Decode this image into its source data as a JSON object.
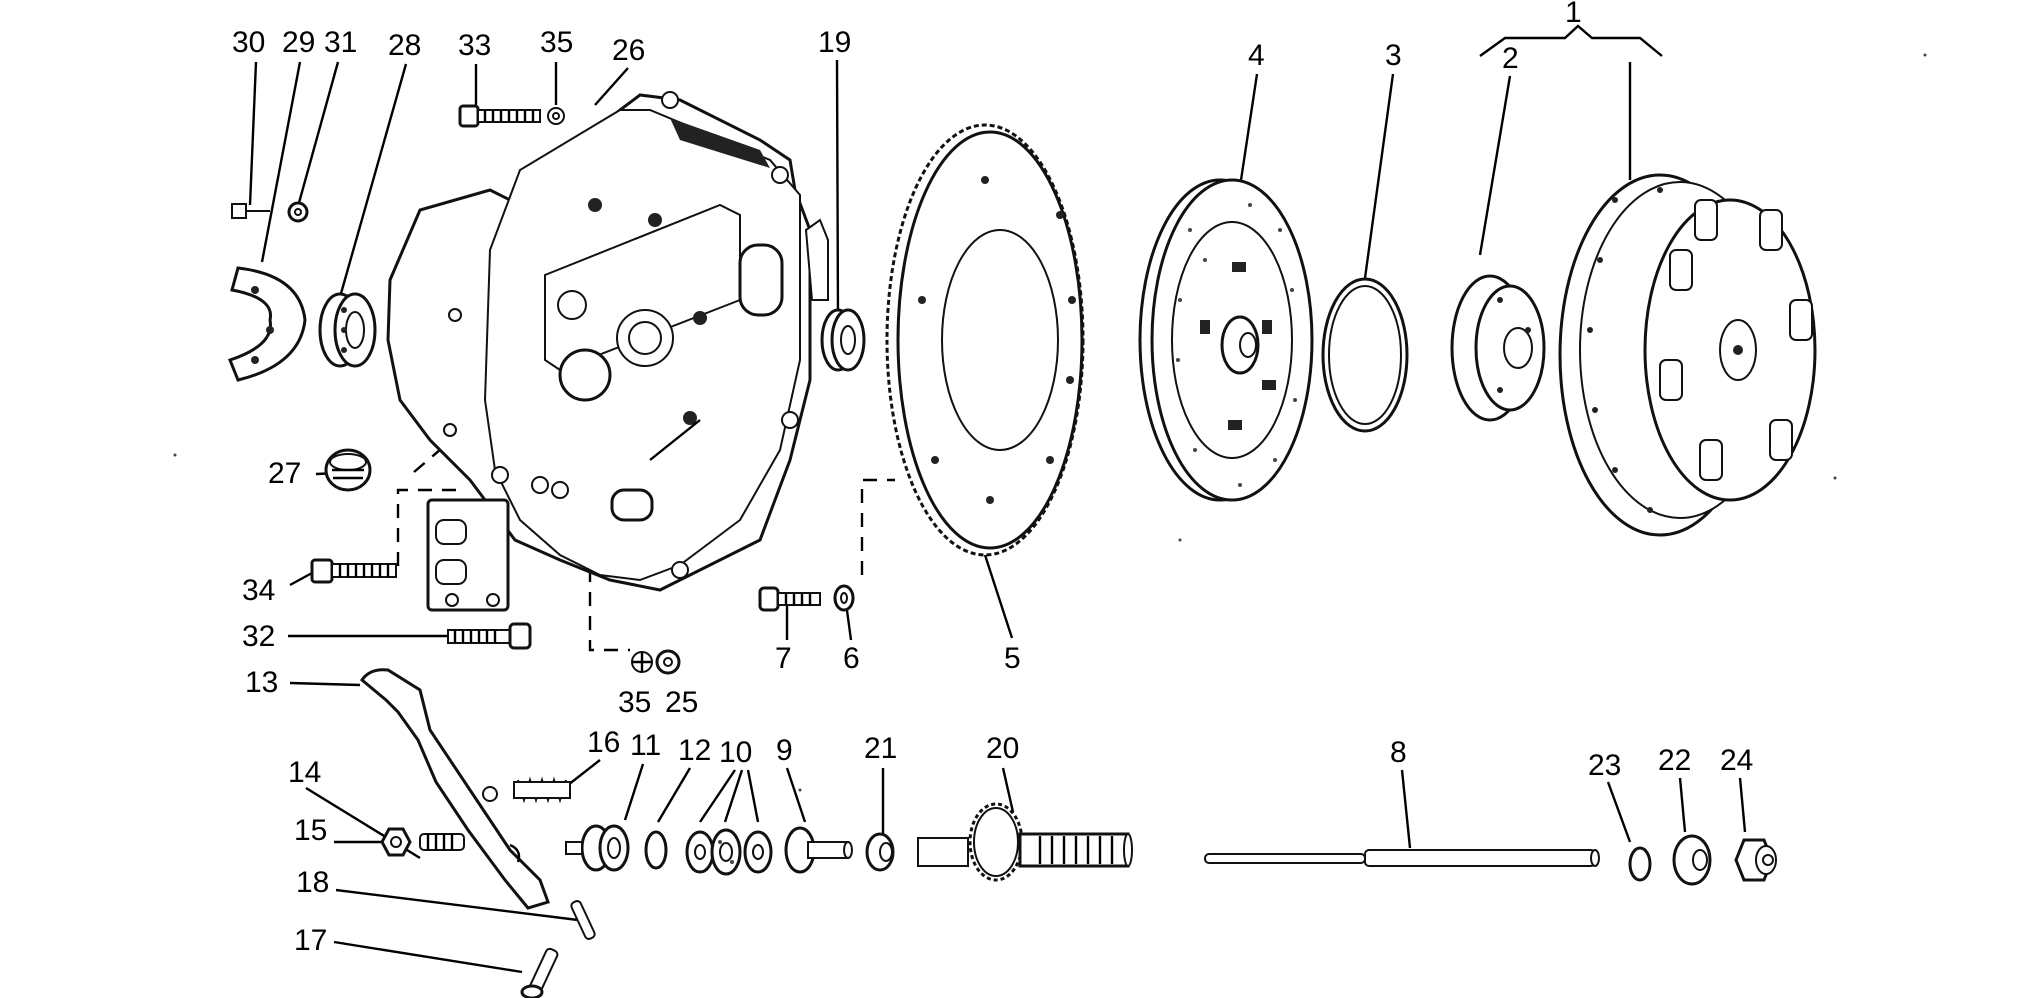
{
  "labels": [
    {
      "id": "l30",
      "text": "30"
    },
    {
      "id": "l29",
      "text": "29"
    },
    {
      "id": "l31",
      "text": "31"
    },
    {
      "id": "l28",
      "text": "28"
    },
    {
      "id": "l33",
      "text": "33"
    },
    {
      "id": "l35a",
      "text": "35"
    },
    {
      "id": "l26",
      "text": "26"
    },
    {
      "id": "l19",
      "text": "19"
    },
    {
      "id": "l4",
      "text": "4"
    },
    {
      "id": "l3",
      "text": "3"
    },
    {
      "id": "l2",
      "text": "2"
    },
    {
      "id": "l1",
      "text": "1"
    },
    {
      "id": "l27",
      "text": "27"
    },
    {
      "id": "l34",
      "text": "34"
    },
    {
      "id": "l32",
      "text": "32"
    },
    {
      "id": "l7",
      "text": "7"
    },
    {
      "id": "l6",
      "text": "6"
    },
    {
      "id": "l5",
      "text": "5"
    },
    {
      "id": "l35b",
      "text": "35"
    },
    {
      "id": "l25",
      "text": "25"
    },
    {
      "id": "l13",
      "text": "13"
    },
    {
      "id": "l16",
      "text": "16"
    },
    {
      "id": "l11",
      "text": "11"
    },
    {
      "id": "l12",
      "text": "12"
    },
    {
      "id": "l10",
      "text": "10"
    },
    {
      "id": "l9",
      "text": "9"
    },
    {
      "id": "l21",
      "text": "21"
    },
    {
      "id": "l20",
      "text": "20"
    },
    {
      "id": "l8",
      "text": "8"
    },
    {
      "id": "l23",
      "text": "23"
    },
    {
      "id": "l22",
      "text": "22"
    },
    {
      "id": "l24",
      "text": "24"
    },
    {
      "id": "l14",
      "text": "14"
    },
    {
      "id": "l15",
      "text": "15"
    },
    {
      "id": "l18",
      "text": "18"
    },
    {
      "id": "l17",
      "text": "17"
    }
  ]
}
